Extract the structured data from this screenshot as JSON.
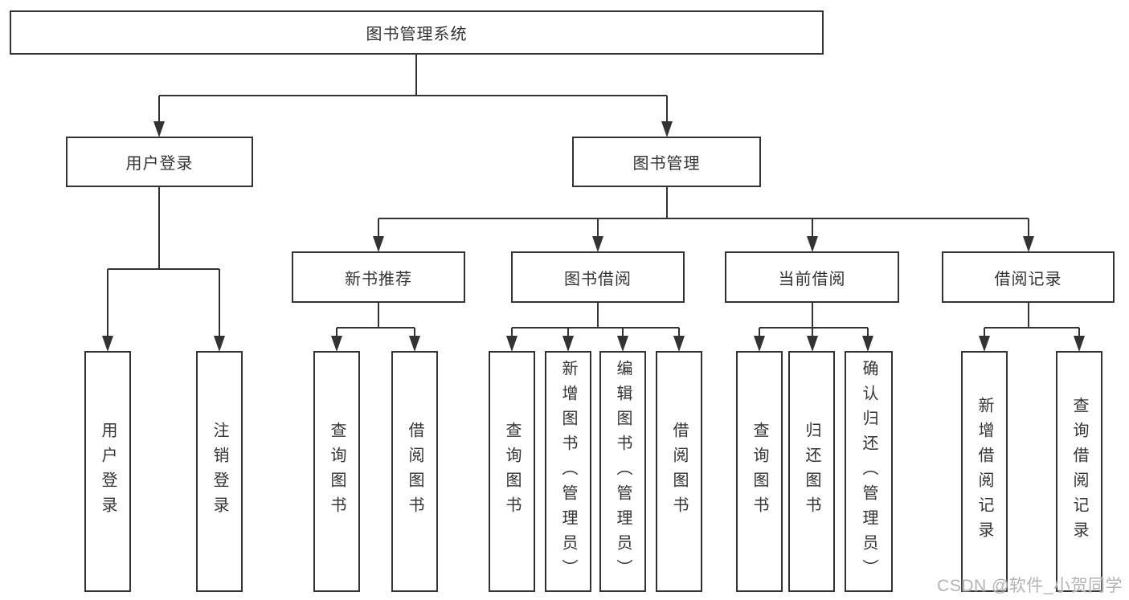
{
  "colors": {
    "line": "#333333",
    "text": "#333333",
    "box_background": "#ffffff",
    "watermark": "#b3b3b3"
  },
  "watermark": {
    "text": "CSDN @软件_小贺同学"
  },
  "tree": {
    "label": "图书管理系统",
    "children": [
      {
        "label": "用户登录",
        "children": [
          {
            "label": "用户登录"
          },
          {
            "label": "注销登录"
          }
        ]
      },
      {
        "label": "图书管理",
        "children": [
          {
            "label": "新书推荐",
            "children": [
              {
                "label": "查询图书"
              },
              {
                "label": "借阅图书"
              }
            ]
          },
          {
            "label": "图书借阅",
            "children": [
              {
                "label": "查询图书"
              },
              {
                "label": "新增图书（管理员）"
              },
              {
                "label": "编辑图书（管理员）"
              },
              {
                "label": "借阅图书"
              }
            ]
          },
          {
            "label": "当前借阅",
            "children": [
              {
                "label": "查询图书"
              },
              {
                "label": "归还图书"
              },
              {
                "label": "确认归还（管理员）"
              }
            ]
          },
          {
            "label": "借阅记录",
            "children": [
              {
                "label": "新增借阅记录"
              },
              {
                "label": "查询借阅记录"
              }
            ]
          }
        ]
      }
    ]
  }
}
